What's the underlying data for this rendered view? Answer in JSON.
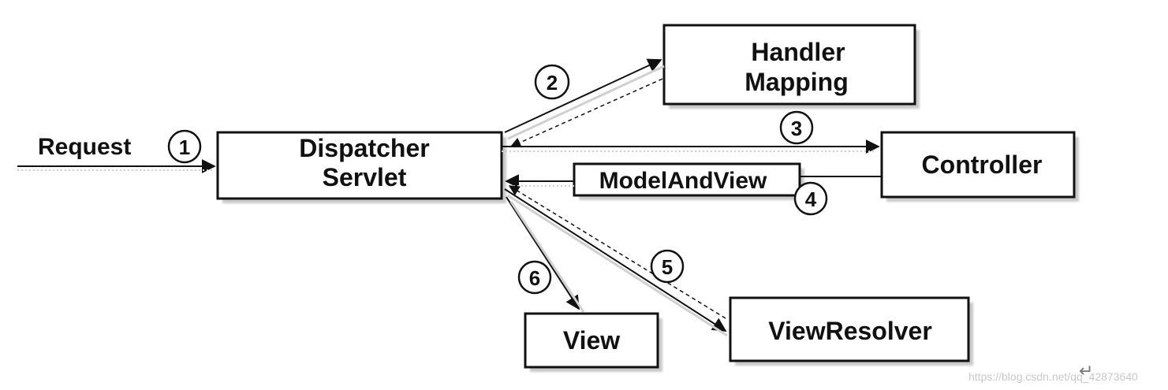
{
  "nodes": {
    "dispatcher_line1": "Dispatcher",
    "dispatcher_line2": "Servlet",
    "handler_line1": "Handler",
    "handler_line2": "Mapping",
    "controller": "Controller",
    "view_resolver": "ViewResolver",
    "view": "View",
    "model_and_view": "ModelAndView"
  },
  "labels": {
    "request": "Request"
  },
  "steps": [
    "1",
    "2",
    "3",
    "4",
    "5",
    "6"
  ],
  "watermark": "https://blog.csdn.net/qq_42873640",
  "return_symbol": "↵"
}
